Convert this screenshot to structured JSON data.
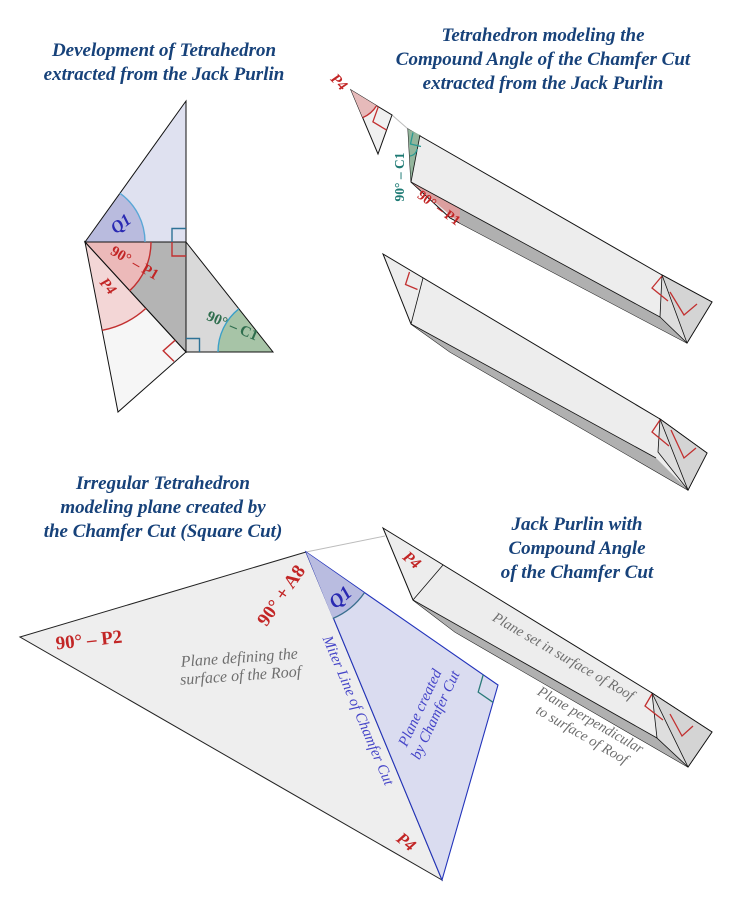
{
  "colors": {
    "title_blue": "#17427a",
    "label_red": "#c22525",
    "label_blue": "#2a2ab2",
    "label_green": "#2f6e4e",
    "label_teal": "#1e7a74",
    "label_gray": "#6e6e6e",
    "plane_label_blue": "#4444c8",
    "arc_cyan": "#3aa0c8",
    "solid_face": "#ededed",
    "solid_side": "#b0b0b0"
  },
  "panels": {
    "development": {
      "title": "Development of Tetrahedron\nextracted from the Jack Purlin",
      "labels": {
        "q1": "Q1",
        "angle_p1": "90° – P1",
        "p4": "P4",
        "angle_c1": "90° – C1"
      }
    },
    "tetrahedron": {
      "title": "Tetrahedron modeling the\nCompound Angle of the Chamfer Cut\nextracted from the Jack Purlin",
      "labels": {
        "p4": "P4",
        "angle_c1": "90° – C1",
        "angle_p1": "90° – P1"
      }
    },
    "irregular_tetrahedron": {
      "title": "Irregular Tetrahedron\nmodeling plane created by\nthe Chamfer Cut (Square Cut)",
      "labels": {
        "angle_p2": "90° – P2",
        "angle_a8": "90° + A8",
        "q1": "Q1",
        "miter_line": "Miter Line of Chamfer Cut",
        "plane_created": "Plane created\nby Chamfer Cut",
        "plane_roof": "Plane defining the\nsurface of the Roof",
        "p4": "P4"
      }
    },
    "jack_purlin": {
      "title": "Jack Purlin with\nCompound Angle\nof the Chamfer Cut",
      "labels": {
        "p4": "P4",
        "plane_set": "Plane set in surface of Roof",
        "plane_perp": "Plane perpendicular\nto surface of Roof"
      }
    }
  }
}
